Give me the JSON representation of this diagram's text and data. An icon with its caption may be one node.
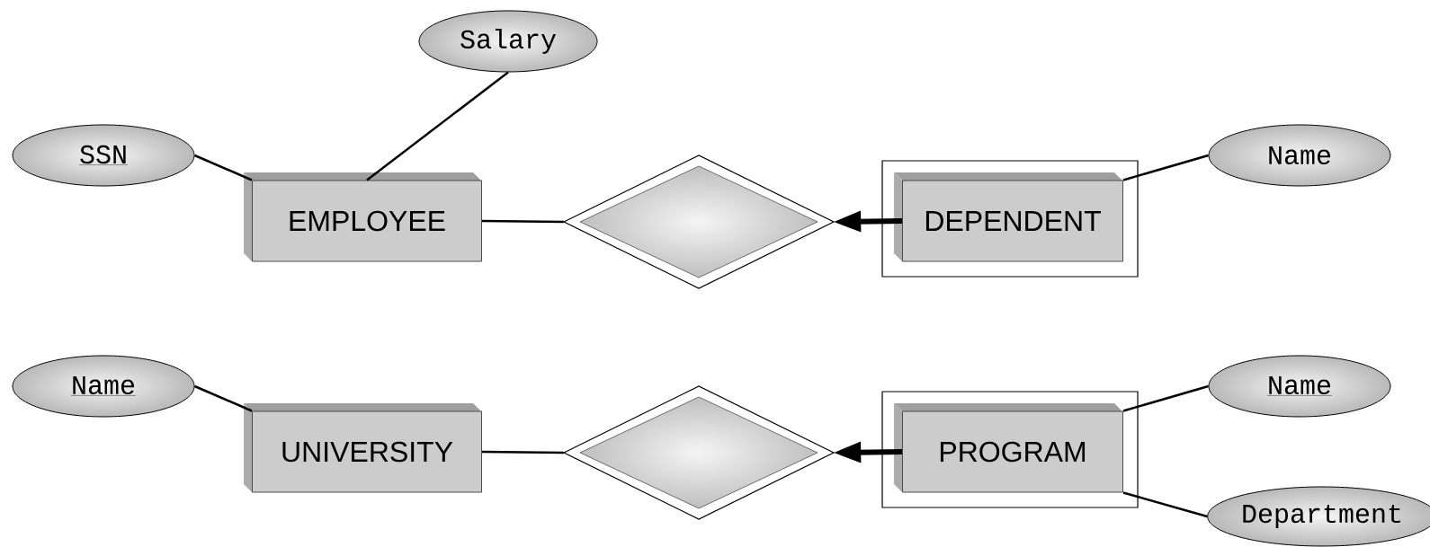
{
  "diagram": {
    "nodes": [
      {
        "text": [
          "Salary"
        ]
      },
      {
        "text": [
          "SSN"
        ]
      },
      {
        "text": [
          "EMPLOYEE"
        ]
      },
      {
        "text": [],
        "shape": "diamond"
      },
      {
        "text": [
          "DEPENDENT"
        ]
      },
      {
        "text": [
          "Name"
        ]
      },
      {
        "text": [
          "Name"
        ]
      },
      {
        "text": [
          "UNIVERSITY"
        ]
      },
      {
        "text": [],
        "shape": "diamond"
      },
      {
        "text": [
          "PROGRAM"
        ]
      },
      {
        "text": [
          "Name"
        ]
      },
      {
        "text": [
          "Department"
        ]
      }
    ],
    "edges": [
      {
        "from": 1,
        "to": 2,
        "arrow": "none"
      },
      {
        "from": 0,
        "to": 2,
        "arrow": "none"
      },
      {
        "from": 2,
        "to": 3,
        "arrow": "none"
      },
      {
        "from": 4,
        "to": 3,
        "arrow": "to",
        "style": "thick"
      },
      {
        "from": 5,
        "to": 4,
        "arrow": "none"
      },
      {
        "from": 6,
        "to": 7,
        "arrow": "none"
      },
      {
        "from": 7,
        "to": 8,
        "arrow": "none"
      },
      {
        "from": 9,
        "to": 8,
        "arrow": "to",
        "style": "thick"
      },
      {
        "from": 10,
        "to": 9,
        "arrow": "none"
      },
      {
        "from": 11,
        "to": 9,
        "arrow": "none"
      }
    ]
  }
}
